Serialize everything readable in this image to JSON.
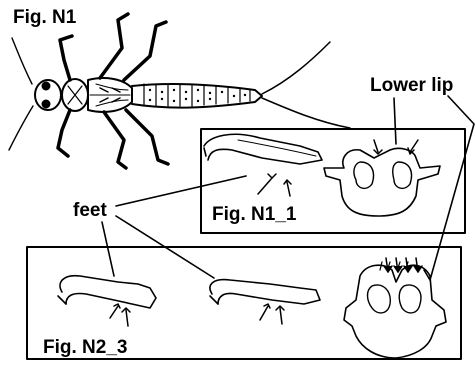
{
  "labels": {
    "fig_main": "Fig. N1",
    "lower_lip": "Lower lip",
    "feet": "feet",
    "fig_n1_1": "Fig. N1_1",
    "fig_n2_3": "Fig. N2_3"
  },
  "colors": {
    "ink": "#000000",
    "background": "#ffffff"
  }
}
